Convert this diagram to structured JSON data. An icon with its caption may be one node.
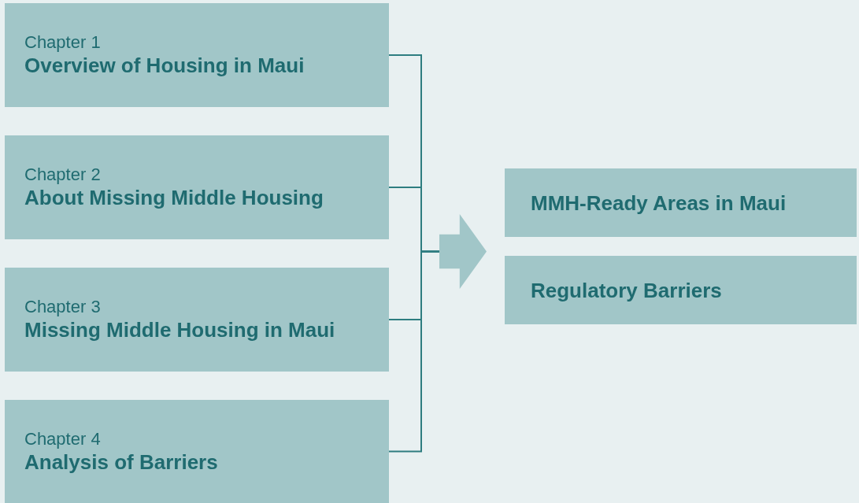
{
  "diagram": {
    "nodes": [
      {
        "text": [
          "Chapter 1",
          "Overview of Housing in Maui"
        ]
      },
      {
        "text": [
          "Chapter 2",
          "About Missing Middle Housing"
        ]
      },
      {
        "text": [
          "Chapter 3",
          "Missing Middle Housing in Maui"
        ]
      },
      {
        "text": [
          "Chapter 4",
          "Analysis of Barriers"
        ]
      },
      {
        "text": [],
        "shape": "arrow"
      },
      {
        "text": [
          "MMH-Ready Areas in Maui"
        ]
      },
      {
        "text": [
          "Regulatory Barriers"
        ]
      }
    ],
    "edges": [
      {
        "from": 0,
        "to": 4,
        "arrow": "none"
      },
      {
        "from": 1,
        "to": 4,
        "arrow": "none"
      },
      {
        "from": 2,
        "to": 4,
        "arrow": "none"
      },
      {
        "from": 3,
        "to": 4,
        "arrow": "none"
      }
    ]
  }
}
